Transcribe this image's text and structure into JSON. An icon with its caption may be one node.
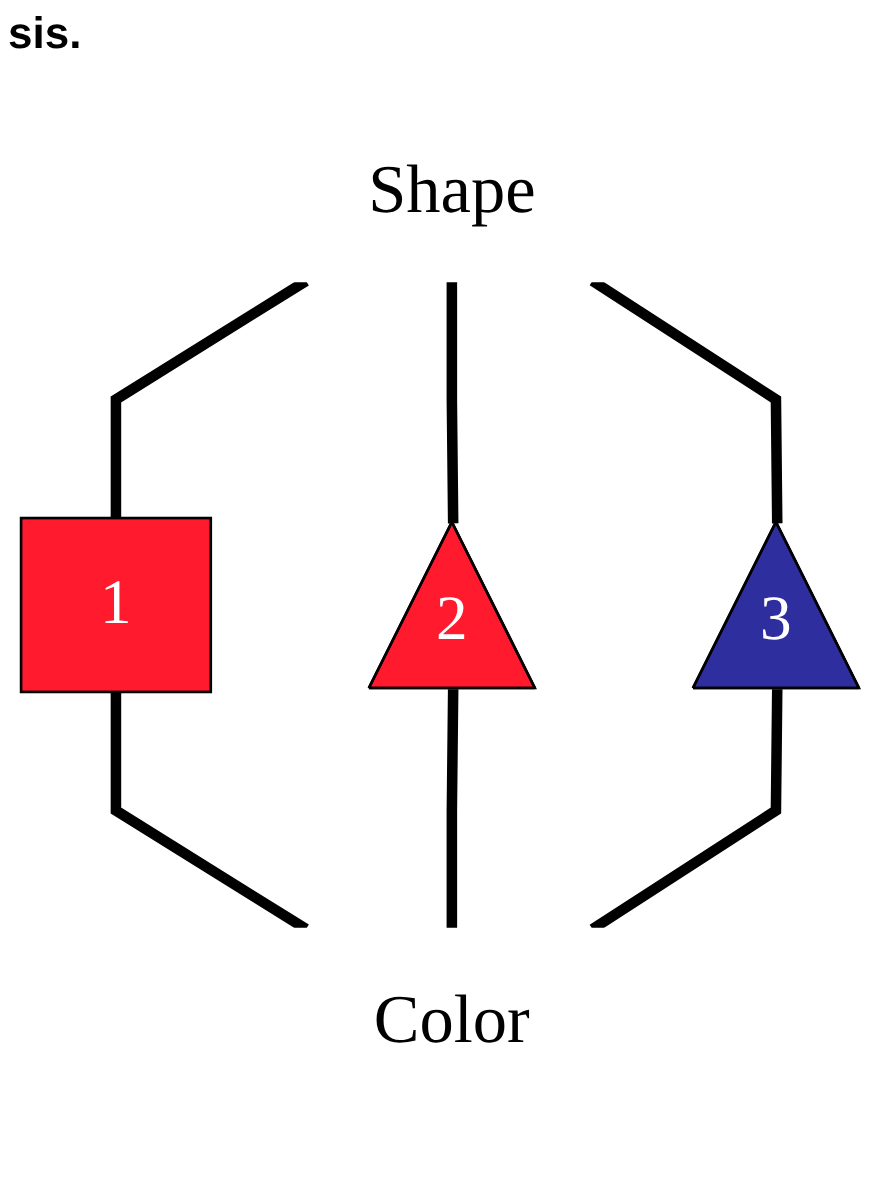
{
  "diagram": {
    "nodes": [
      {
        "text": [
          "Shape"
        ]
      },
      {
        "text": [
          "1"
        ]
      },
      {
        "text": [
          "2"
        ]
      },
      {
        "text": [
          "3"
        ]
      },
      {
        "text": [
          "Color"
        ]
      }
    ],
    "edges": [
      {
        "from": 0,
        "to": 1,
        "arrow": "none"
      },
      {
        "from": 0,
        "to": 2,
        "arrow": "none"
      },
      {
        "from": 0,
        "to": 3,
        "arrow": "none"
      },
      {
        "from": 1,
        "to": 4,
        "arrow": "none"
      },
      {
        "from": 2,
        "to": 4,
        "arrow": "none"
      },
      {
        "from": 3,
        "to": 4,
        "arrow": "none"
      }
    ],
    "labels": [
      "sis."
    ]
  }
}
